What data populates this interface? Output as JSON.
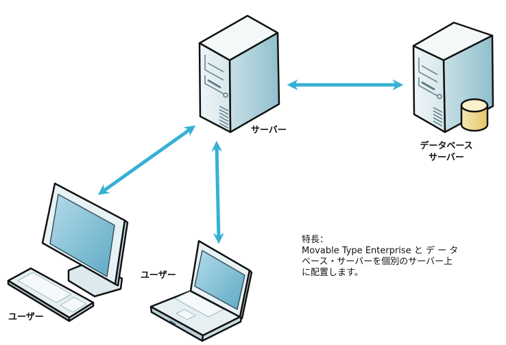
{
  "nodes": {
    "web_server": {
      "label": "サーバー"
    },
    "db_server": {
      "label_lines": [
        "データベース",
        "サーバー"
      ]
    },
    "desktop_user": {
      "label": "ユーザー"
    },
    "laptop_user": {
      "label": "ユーザー"
    }
  },
  "connections": [
    {
      "from": "web_server",
      "to": "db_server",
      "type": "bidirectional"
    },
    {
      "from": "web_server",
      "to": "desktop_user",
      "type": "bidirectional"
    },
    {
      "from": "web_server",
      "to": "laptop_user",
      "type": "bidirectional"
    }
  ],
  "description": {
    "heading": "特長：",
    "lines": [
      "Movable Type Enterprise と デ ー タ",
      "ベース・サーバーを個別のサーバー上",
      "に配置します。"
    ]
  },
  "colors": {
    "arrow": "#35b1d3",
    "outline": "#111111",
    "server_front": "#e4eef1",
    "server_side": "#a9ccd6",
    "server_top": "#f2f7f8",
    "screen": "#7fbdd3",
    "db_cylinder": "#f0dc9a"
  }
}
